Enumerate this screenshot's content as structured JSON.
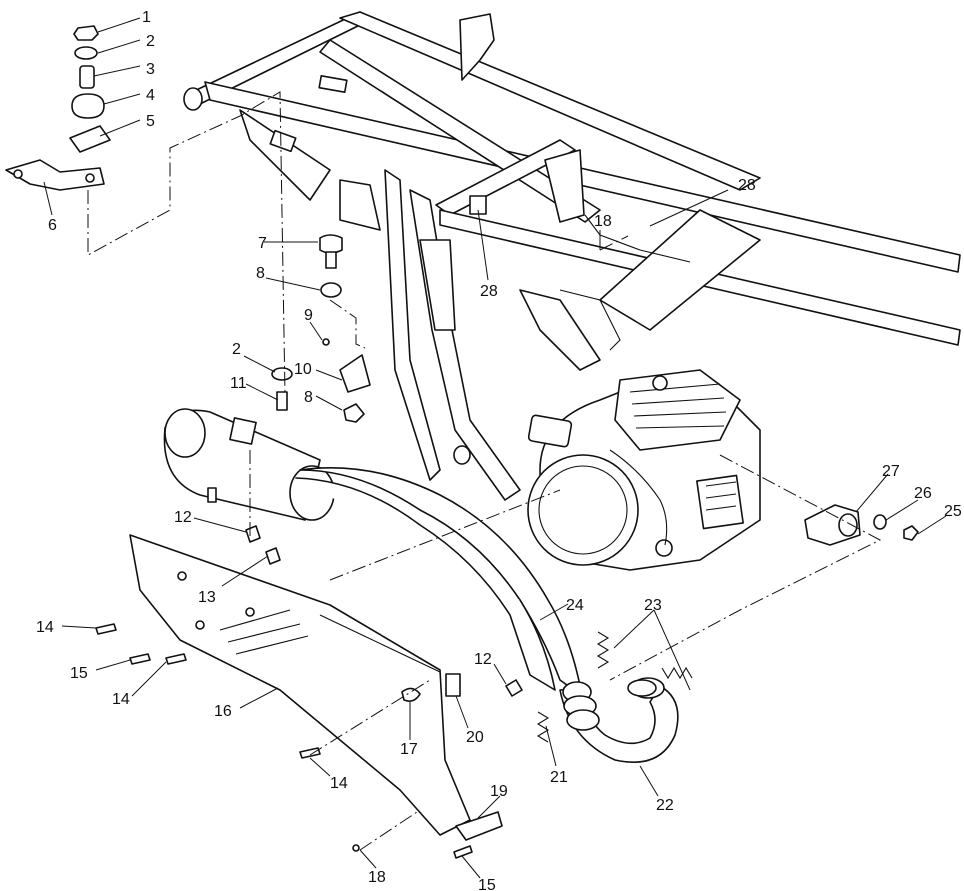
{
  "callouts": [
    "1",
    "2",
    "3",
    "4",
    "5",
    "6",
    "7",
    "8",
    "9",
    "2",
    "10",
    "11",
    "8",
    "12",
    "13",
    "14",
    "15",
    "14",
    "16",
    "12",
    "17",
    "20",
    "14",
    "21",
    "22",
    "23",
    "24",
    "25",
    "26",
    "27",
    "28",
    "28",
    "18",
    "19",
    "18",
    "15"
  ],
  "parts": [
    {
      "name": "frame",
      "icon": "frame-icon"
    },
    {
      "name": "engine",
      "icon": "engine-icon"
    },
    {
      "name": "muffler",
      "icon": "muffler-icon"
    },
    {
      "name": "heat-shield",
      "icon": "heat-shield-icon"
    },
    {
      "name": "exhaust-pipe",
      "icon": "exhaust-pipe-icon"
    },
    {
      "name": "head-pipe",
      "icon": "head-pipe-icon"
    },
    {
      "name": "springs",
      "icon": "spring-icon"
    },
    {
      "name": "exhaust-flange",
      "icon": "flange-icon"
    },
    {
      "name": "mount-stack",
      "icon": "mount-icon"
    }
  ]
}
